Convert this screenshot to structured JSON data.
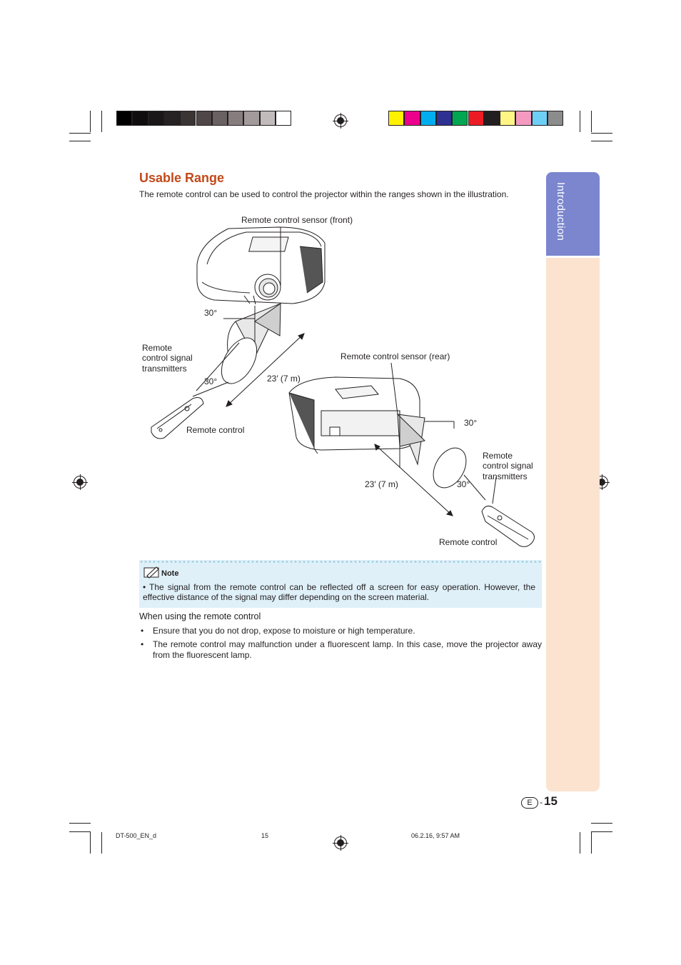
{
  "header": {
    "gray_swatches": [
      "#000000",
      "#0f0d0e",
      "#1a1718",
      "#262223",
      "#3a3435",
      "#4f4748",
      "#6a6163",
      "#877d7f",
      "#a29a9b",
      "#c2bbbc",
      "#ffffff"
    ],
    "color_swatches": [
      "#fff200",
      "#ec008c",
      "#00aeef",
      "#2e3192",
      "#00a651",
      "#ed1c24",
      "#231f20",
      "#fff685",
      "#f49ac1",
      "#6dcff6",
      "#8c8c8c"
    ]
  },
  "section": {
    "title": "Usable Range",
    "intro": "The remote control can be used to control the projector within the ranges shown in the illustration."
  },
  "sidebar": {
    "tab_label": "Introduction"
  },
  "diagram": {
    "front": {
      "sensor_label": "Remote control sensor (front)",
      "angle_top": "30°",
      "angle_bottom": "30°",
      "transmitters_line1": "Remote",
      "transmitters_line2": "control signal",
      "transmitters_line3": "transmitters",
      "distance": "23′ (7 m)",
      "remote_label": "Remote control"
    },
    "rear": {
      "sensor_label": "Remote control sensor (rear)",
      "angle_top": "30°",
      "angle_bottom": "30°",
      "transmitters_line1": "Remote",
      "transmitters_line2": "control signal",
      "transmitters_line3": "transmitters",
      "distance": "23′ (7 m)",
      "remote_label": "Remote control"
    }
  },
  "note": {
    "title": "Note",
    "text": "• The signal from the remote control can be reflected off a screen for easy operation. However, the effective distance of the signal may differ depending on the screen material."
  },
  "usage": {
    "heading": "When using the remote control",
    "bullets": [
      "Ensure that you do not drop, expose to moisture or high temperature.",
      "The remote control may malfunction under a fluorescent lamp. In this case, move the projector away from the fluorescent lamp."
    ],
    "bullet_symbol": "•"
  },
  "page": {
    "lang_badge": "E",
    "separator": "-",
    "number": "15"
  },
  "footer": {
    "file": "DT-500_EN_d",
    "page": "15",
    "timestamp": "06.2.16, 9:57 AM"
  }
}
